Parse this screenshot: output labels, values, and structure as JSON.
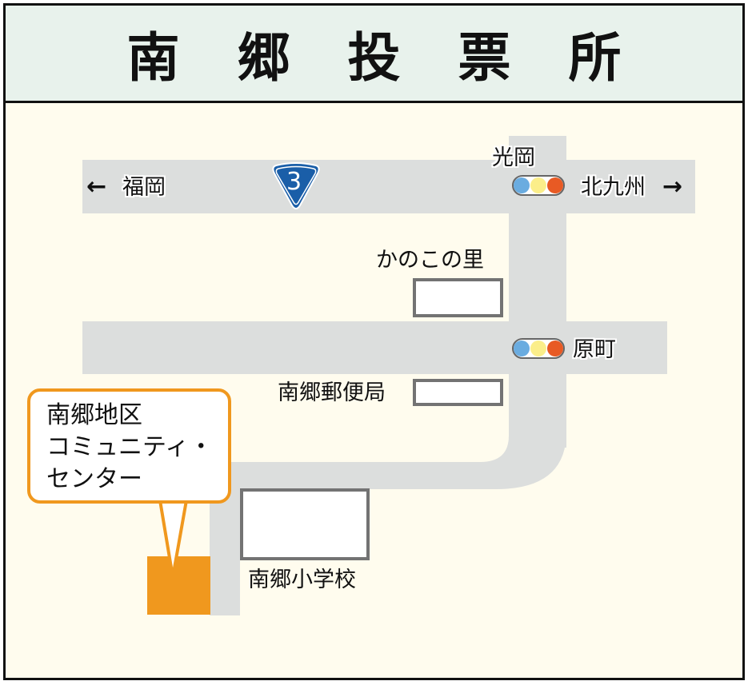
{
  "header": {
    "title": "南郷投票所"
  },
  "colors": {
    "frame_border": "#111111",
    "header_bg": "#e8f2ec",
    "map_bg": "#fffcee",
    "road": "#dcdedd",
    "building_border": "#737373",
    "venue_accent": "#f0981e",
    "route_shield": "#1a5ea8",
    "signal_blue": "#6aace0",
    "signal_yellow": "#fbee8a",
    "signal_red": "#e85a24"
  },
  "map": {
    "directions": {
      "west": {
        "arrow": "←",
        "label": "福岡"
      },
      "east": {
        "arrow": "→",
        "label": "北九州"
      }
    },
    "route_shield": {
      "number": "3",
      "icon": "national-route-shield-icon"
    },
    "intersections": [
      {
        "name": "光岡",
        "icon": "traffic-signal-icon"
      },
      {
        "name": "原町",
        "icon": "traffic-signal-icon"
      }
    ],
    "landmarks": [
      {
        "name": "かのこの里"
      },
      {
        "name": "南郷郵便局"
      },
      {
        "name": "南郷小学校"
      }
    ],
    "venue": {
      "lines": [
        "南郷地区",
        "コミュニティ・",
        "センター"
      ]
    }
  }
}
